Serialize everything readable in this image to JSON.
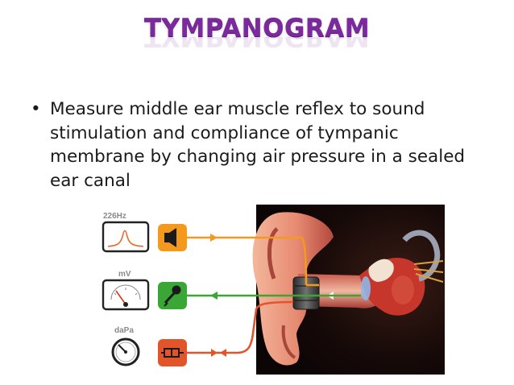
{
  "slide": {
    "title": "TYMPANOGRAM",
    "bullet_symbol": "•",
    "bullet_text": "Measure middle ear muscle reflex to sound stimulation and compliance of tympanic membrane by changing air pressure in a sealed ear canal"
  },
  "diagram": {
    "labels": {
      "frequency": "226Hz",
      "voltage": "mV",
      "pressure": "daPa"
    },
    "icons": [
      "speaker-icon",
      "microphone-icon",
      "pump-icon",
      "gauge-icon"
    ],
    "colors": {
      "title": "#7a2a9a",
      "speaker_line": "#f39a1e",
      "microphone_line": "#3aa635",
      "pump_line": "#e2542a",
      "ear_background": "#1a0c0a"
    }
  }
}
